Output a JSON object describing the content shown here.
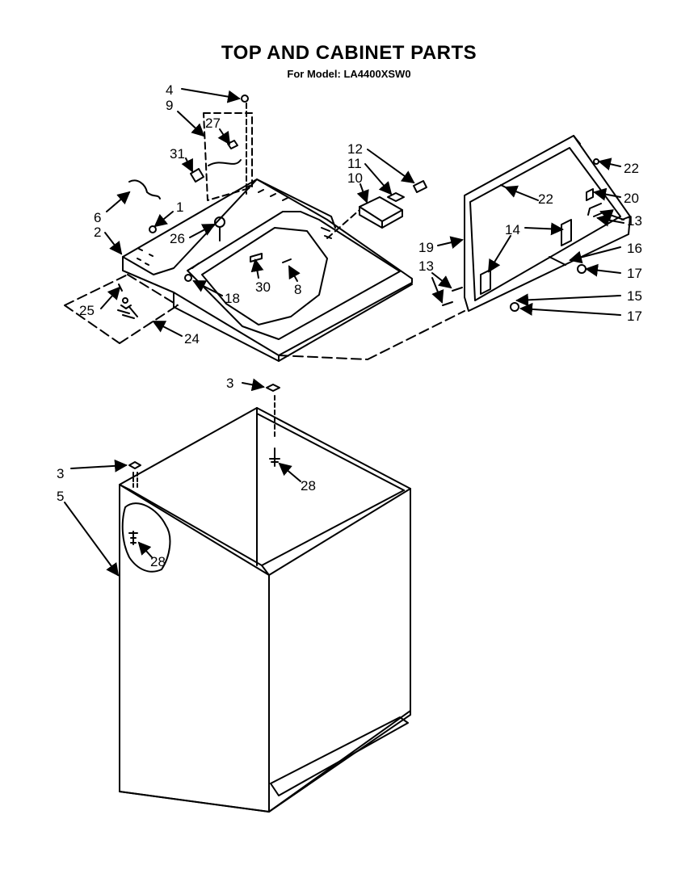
{
  "header": {
    "title": "TOP AND CABINET PARTS",
    "subtitle": "For Model: LA4400XSW0"
  },
  "callouts": {
    "p1": "1",
    "p2": "2",
    "p3a": "3",
    "p3b": "3",
    "p4": "4",
    "p5": "5",
    "p6": "6",
    "p8": "8",
    "p9": "9",
    "p10": "10",
    "p11": "11",
    "p12": "12",
    "p13a": "13",
    "p13b": "13",
    "p14": "14",
    "p15": "15",
    "p16": "16",
    "p17a": "17",
    "p17b": "17",
    "p18": "18",
    "p19": "19",
    "p20": "20",
    "p22a": "22",
    "p22b": "22",
    "p24": "24",
    "p25": "25",
    "p26": "26",
    "p27": "27",
    "p28a": "28",
    "p28b": "28",
    "p30": "30",
    "p31": "31"
  }
}
